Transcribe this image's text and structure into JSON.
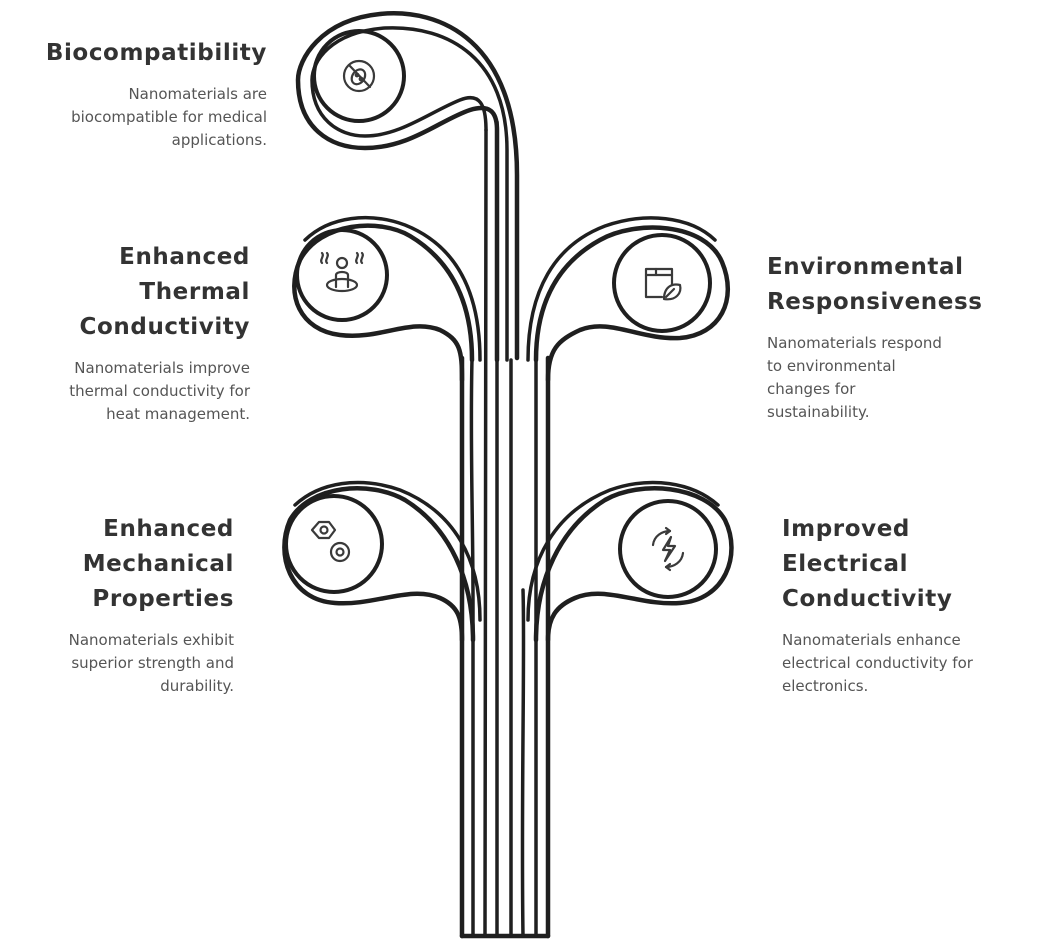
{
  "colors": {
    "stroke": "#1f1f1f",
    "icon": "#3a3a3a",
    "title_text": "#333333",
    "desc_text": "#555555"
  },
  "nodes": {
    "biocompatibility": {
      "icon": "bacteria-blocked-icon",
      "title": [
        "Biocompatibility"
      ],
      "desc": [
        "Nanomaterials are",
        "biocompatible for medical",
        "applications."
      ]
    },
    "thermal": {
      "icon": "person-heat-icon",
      "title": [
        "Enhanced",
        "Thermal",
        "Conductivity"
      ],
      "desc": [
        "Nanomaterials improve",
        "thermal conductivity for",
        "heat management."
      ]
    },
    "environmental": {
      "icon": "box-leaf-icon",
      "title": [
        "Environmental",
        "Responsiveness"
      ],
      "desc": [
        "Nanomaterials respond",
        "to environmental",
        "changes for",
        "sustainability."
      ]
    },
    "mechanical": {
      "icon": "hex-nut-ring-icon",
      "title": [
        "Enhanced",
        "Mechanical",
        "Properties"
      ],
      "desc": [
        "Nanomaterials exhibit",
        "superior strength and",
        "durability."
      ]
    },
    "electrical": {
      "icon": "lightning-cycle-icon",
      "title": [
        "Improved",
        "Electrical",
        "Conductivity"
      ],
      "desc": [
        "Nanomaterials enhance",
        "electrical conductivity for",
        "electronics."
      ]
    }
  }
}
